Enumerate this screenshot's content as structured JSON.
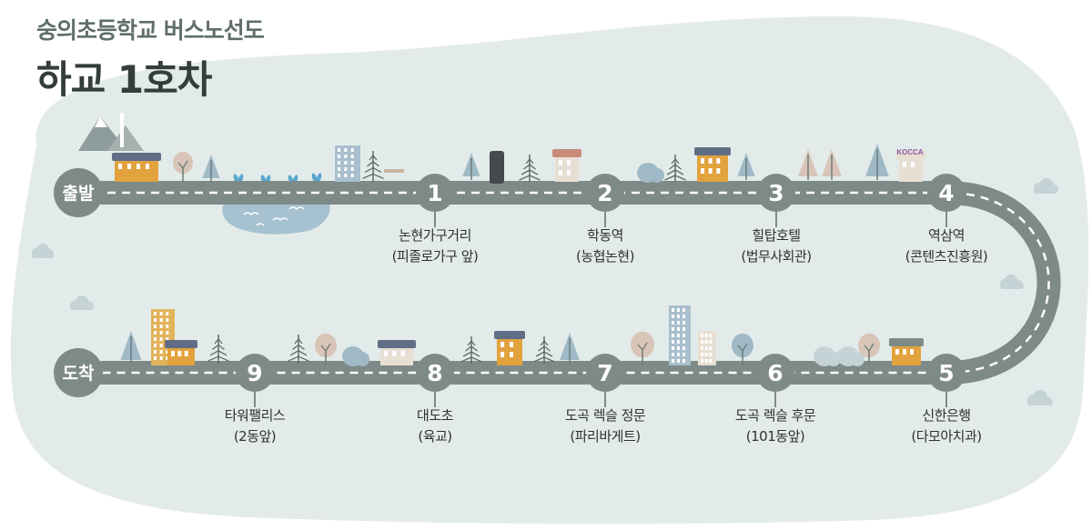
{
  "subtitle": "숭의초등학교 버스노선도",
  "title": "하교 1호차",
  "start_label": "출발",
  "end_label": "도착",
  "kocca_sign": "KOCCA",
  "stops": [
    {
      "num": "1",
      "name": "논현가구거리",
      "detail": "(피졸로가구 앞)"
    },
    {
      "num": "2",
      "name": "학동역",
      "detail": "(농협논현)"
    },
    {
      "num": "3",
      "name": "힐탑호텔",
      "detail": "(법무사회관)"
    },
    {
      "num": "4",
      "name": "역삼역",
      "detail": "(콘텐츠진흥원)"
    },
    {
      "num": "5",
      "name": "신한은행",
      "detail": "(다모아치과)"
    },
    {
      "num": "6",
      "name": "도곡 렉슬 후문",
      "detail": "(101동앞)"
    },
    {
      "num": "7",
      "name": "도곡 렉슬 정문",
      "detail": "(파리바게트)"
    },
    {
      "num": "8",
      "name": "대도초",
      "detail": "(육교)"
    },
    {
      "num": "9",
      "name": "타워팰리스",
      "detail": "(2동앞)"
    }
  ],
  "colors": {
    "background_blob": "#e3ebea",
    "road": "#7e8a88",
    "road_dash": "#ffffff",
    "stop_circle": "#7e8a88",
    "title": "#333d3b",
    "subtitle": "#5f6e6c"
  }
}
